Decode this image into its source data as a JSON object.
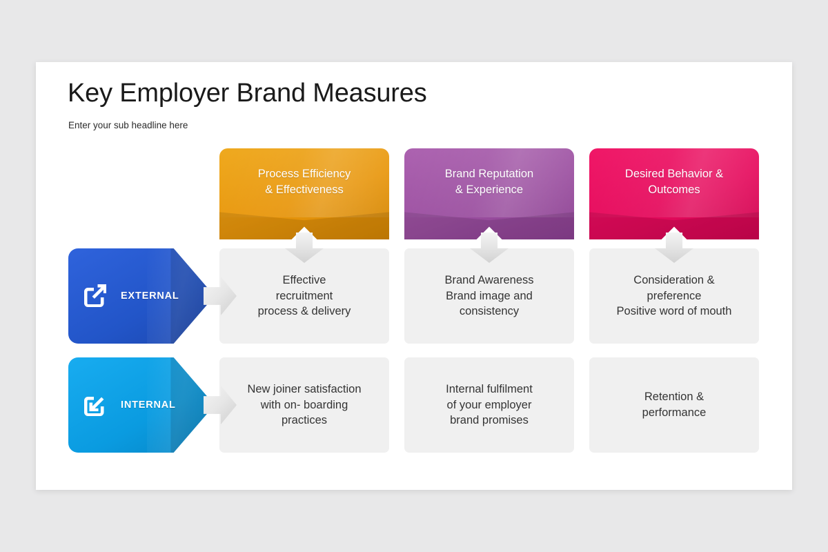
{
  "slide": {
    "title": "Key Employer Brand Measures",
    "subtitle": "Enter your sub headline here",
    "background_color": "#e8e8e9",
    "canvas_color": "#ffffff"
  },
  "columns": [
    {
      "id": "process-efficiency",
      "header": "Process Efficiency\n& Effectiveness",
      "color": "#E8960C",
      "color_light": "#EFA91E",
      "color_dark": "#D18404"
    },
    {
      "id": "brand-reputation",
      "header": "Brand Reputation\n& Experience",
      "color": "#9B4FA0",
      "color_light": "#AC62B0",
      "color_dark": "#8A3F90"
    },
    {
      "id": "desired-behavior",
      "header": "Desired Behavior &\nOutcomes",
      "color": "#E50A5C",
      "color_light": "#F01767",
      "color_dark": "#CE0550"
    }
  ],
  "rows": [
    {
      "id": "external",
      "label": "EXTERNAL",
      "icon": "external-link-icon",
      "color": "#2255C8",
      "color_light": "#2F63DC",
      "color_dark": "#1B47AE",
      "cells": [
        "Effective\nrecruitment\nprocess & delivery",
        "Brand Awareness\nBrand image and\nconsistency",
        "Consideration &\npreference\nPositive word of mouth"
      ]
    },
    {
      "id": "internal",
      "label": "INTERNAL",
      "icon": "internal-link-icon",
      "color": "#0A9BE0",
      "color_light": "#18ACF0",
      "color_dark": "#0684C4",
      "cells": [
        "New joiner satisfaction\nwith on- boarding\npractices",
        "Internal fulfilment\nof your employer\nbrand promises",
        "Retention &\nperformance"
      ]
    }
  ],
  "connectors": {
    "down_arrow_color": "#e2e2e2",
    "right_arrow_color": "#e6e6e6"
  }
}
